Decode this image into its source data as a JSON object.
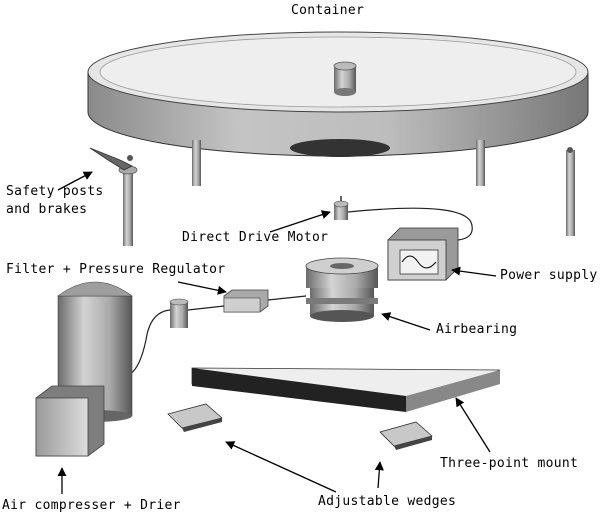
{
  "labels": {
    "container": "Container",
    "safety_posts": "Safety posts",
    "and_brakes": "and brakes",
    "direct_drive_motor": "Direct Drive Motor",
    "filter_regulator": "Filter + Pressure Regulator",
    "power_supply": "Power supply",
    "airbearing": "Airbearing",
    "three_point_mount": "Three-point mount",
    "adjustable_wedges": "Adjustable wedges",
    "air_compressor": "Air compresser + Drier"
  },
  "colors": {
    "ink": "#000000",
    "light_gray": "#d8d8d8",
    "mid_gray": "#a0a0a0",
    "dark_gray": "#4a4a4a"
  }
}
